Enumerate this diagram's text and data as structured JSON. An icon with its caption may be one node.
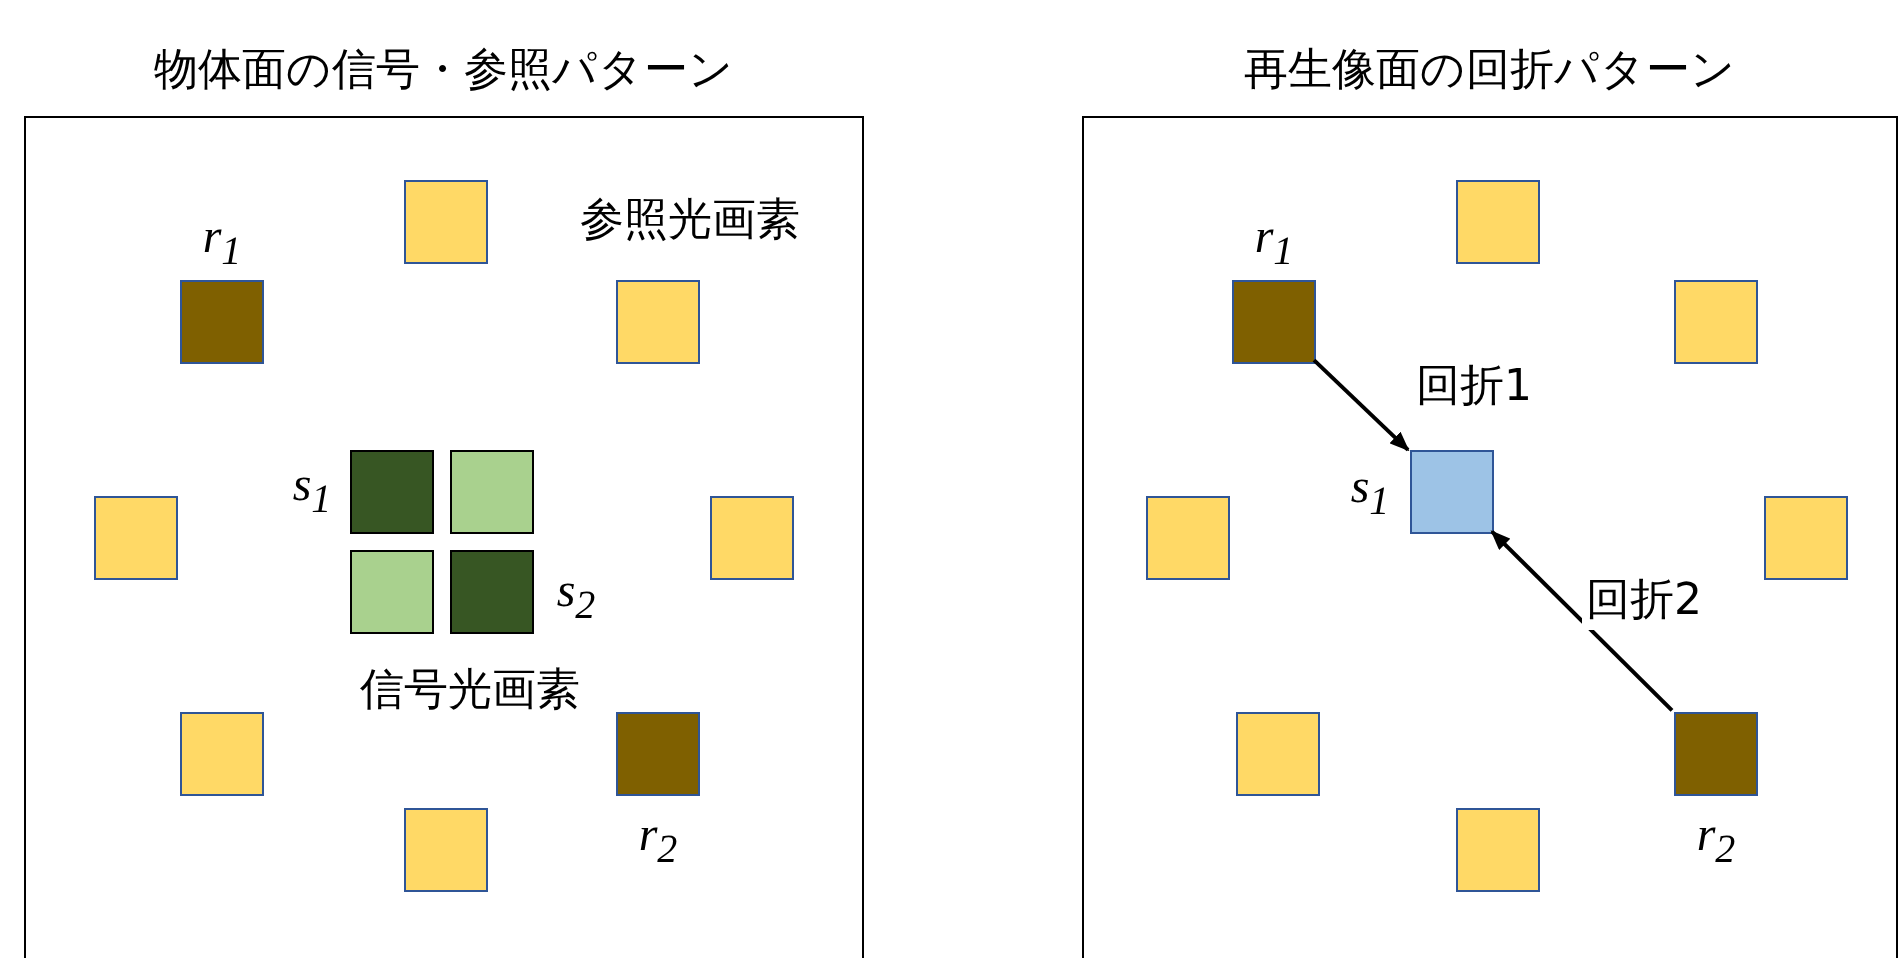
{
  "diagram": {
    "nodes": [
      {
        "text": [
          "物体面の信号・参照パターン"
        ]
      },
      {
        "text": [],
        "shape": "box",
        "in": 0
      },
      {
        "text": [],
        "shape": "box",
        "in": 0,
        "beside": [
          "r$_{1}$"
        ]
      },
      {
        "text": [],
        "shape": "box",
        "in": 0
      },
      {
        "text": [],
        "shape": "box",
        "in": 0,
        "beside": [
          "s$_{1}$"
        ]
      },
      {
        "text": [],
        "shape": "box",
        "in": 0
      },
      {
        "text": [],
        "shape": "box",
        "in": 0
      },
      {
        "text": [],
        "shape": "box",
        "in": 0
      },
      {
        "text": [],
        "shape": "box",
        "in": 0
      },
      {
        "text": [],
        "shape": "box",
        "in": 0,
        "beside": [
          "s$_{2}$"
        ]
      },
      {
        "text": [],
        "shape": "box",
        "in": 0
      },
      {
        "text": [],
        "shape": "box",
        "in": 0,
        "beside": [
          "r$_{2}$"
        ]
      },
      {
        "text": [],
        "shape": "box",
        "in": 0
      },
      {
        "text": [
          "再生像面の回折パターン"
        ]
      },
      {
        "text": [],
        "shape": "box",
        "in": 13
      },
      {
        "text": [],
        "shape": "box",
        "in": 13,
        "beside": [
          "r$_{1}$"
        ]
      },
      {
        "text": [],
        "shape": "box",
        "in": 13
      },
      {
        "text": [],
        "shape": "box",
        "in": 13,
        "beside": [
          "s$_{1}$"
        ]
      },
      {
        "text": [],
        "shape": "box",
        "in": 13
      },
      {
        "text": [],
        "shape": "box",
        "in": 13
      },
      {
        "text": [],
        "shape": "box",
        "in": 13
      },
      {
        "text": [],
        "shape": "box",
        "in": 13,
        "beside": [
          "r$_{2}$"
        ]
      },
      {
        "text": [],
        "shape": "box",
        "in": 13
      }
    ],
    "edges": [
      {
        "from": 15,
        "to": 17,
        "arrow": "to",
        "label": "回折1"
      },
      {
        "from": 21,
        "to": 17,
        "arrow": "to",
        "label": "回折2"
      }
    ],
    "labels": [
      "参照光画素",
      "信号光画素"
    ]
  }
}
